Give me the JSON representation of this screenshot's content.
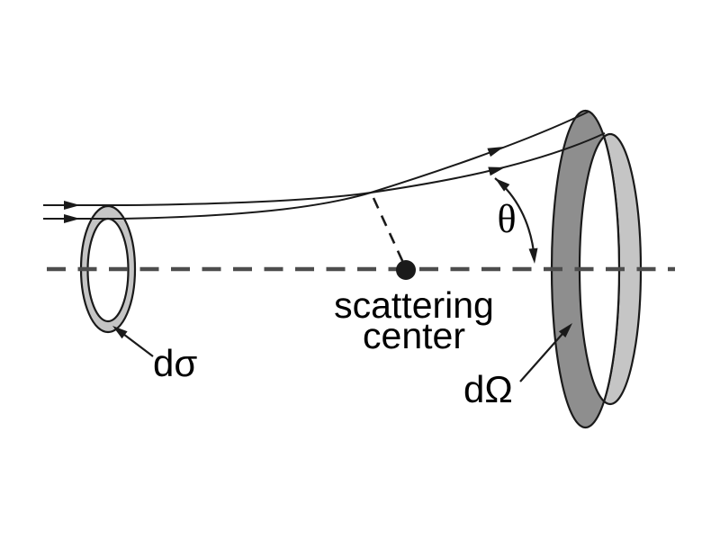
{
  "diagram": {
    "type": "physics-scattering-cross-section",
    "labels": {
      "incident_area": "dσ",
      "solid_angle": "dΩ",
      "scattering_angle": "θ",
      "scatterer_line1": "scattering",
      "scatterer_line2": "center"
    },
    "colors": {
      "background": "#ffffff",
      "ring_fill_light": "#c5c5c5",
      "ring_fill_dark": "#8e8e8e",
      "outline": "#1a1a1a",
      "trajectory": "#1a1a1a",
      "axis_dash": "#4d4d4d",
      "text": "#000000"
    }
  }
}
